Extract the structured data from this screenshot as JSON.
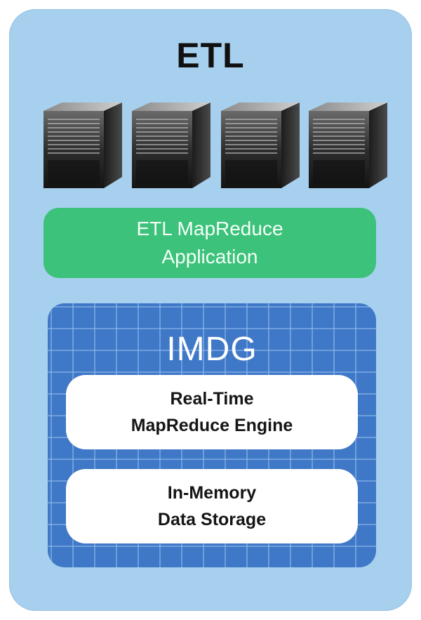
{
  "title": "ETL",
  "servers": [
    {
      "icon": "server-icon"
    },
    {
      "icon": "server-icon"
    },
    {
      "icon": "server-icon"
    },
    {
      "icon": "server-icon"
    }
  ],
  "etl_app": {
    "line1": "ETL MapReduce",
    "line2": "Application"
  },
  "imdg": {
    "title": "IMDG",
    "engine": {
      "line1": "Real-Time",
      "line2": "MapReduce Engine"
    },
    "storage": {
      "line1": "In-Memory",
      "line2": "Data Storage"
    }
  },
  "colors": {
    "outer_background": "#a6d0ee",
    "app_green": "#3cc27a",
    "imdg_blue": "#3f78c6",
    "box_white": "#ffffff"
  }
}
